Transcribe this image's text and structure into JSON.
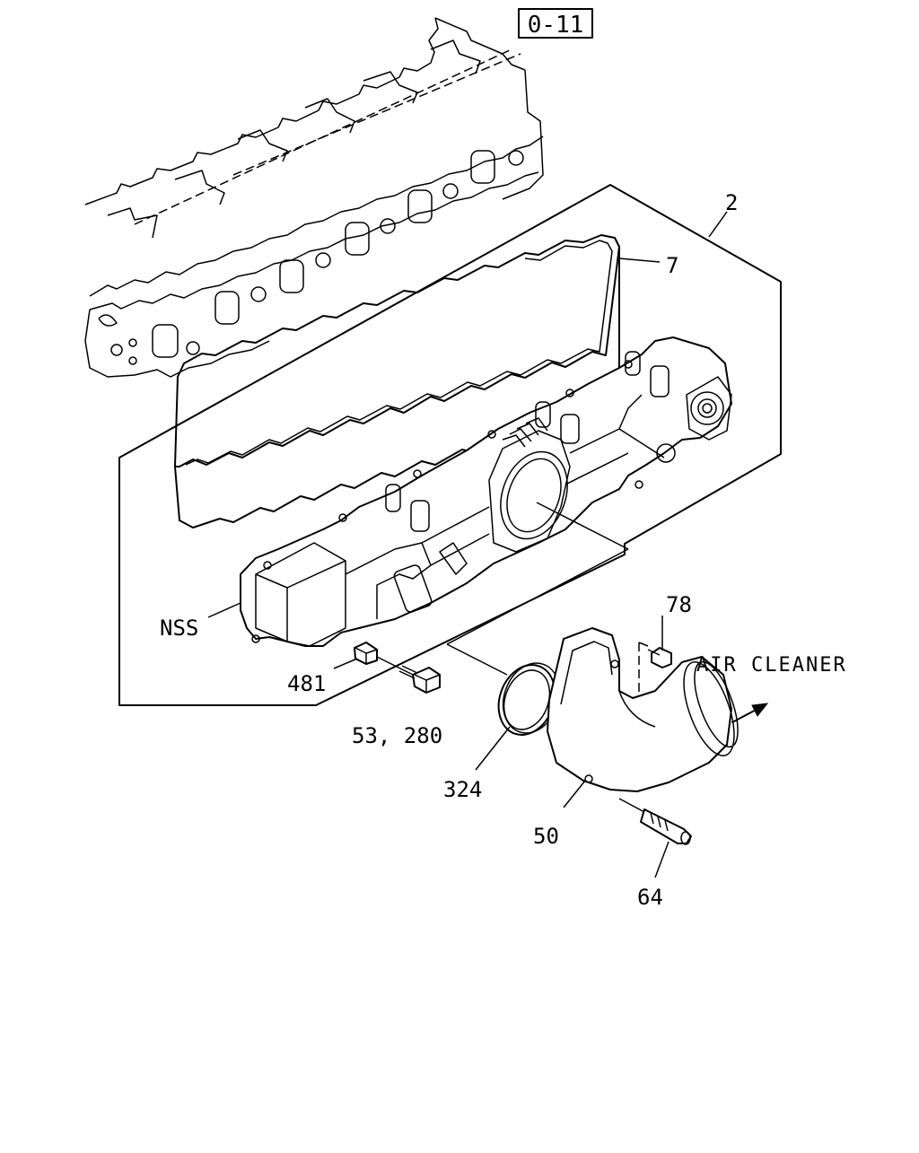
{
  "page_ref": "0-11",
  "annotations": {
    "air_cleaner": "AIR CLEANER"
  },
  "callouts": {
    "c2": "2",
    "c7": "7",
    "nss": "NSS",
    "c481": "481",
    "c53_280": "53, 280",
    "c78": "78",
    "c324": "324",
    "c50": "50",
    "c64": "64"
  }
}
